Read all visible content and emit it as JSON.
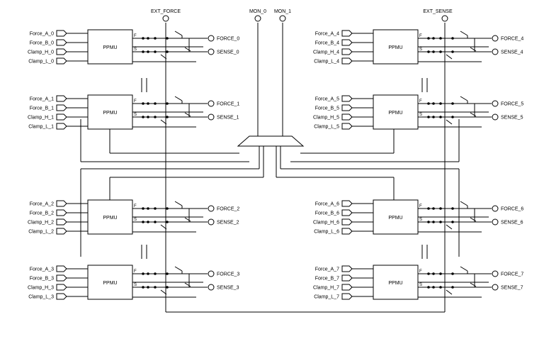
{
  "top_labels": {
    "ext_force": "EXT_FORCE",
    "mon_0": "MON_0",
    "mon_1": "MON_1",
    "ext_sense": "EXT_SENSE"
  },
  "ppmu_label": "PPMU",
  "pin_force": "F",
  "pin_sense": "S",
  "channels": [
    {
      "inputs": [
        "Force_A_0",
        "Force_B_0",
        "Clamp_H_0",
        "Clamp_L_0"
      ],
      "force_out": "FORCE_0",
      "sense_out": "SENSE_0"
    },
    {
      "inputs": [
        "Force_A_1",
        "Force_B_1",
        "Clamp_H_1",
        "Clamp_L_1"
      ],
      "force_out": "FORCE_1",
      "sense_out": "SENSE_1"
    },
    {
      "inputs": [
        "Force_A_2",
        "Force_B_2",
        "Clamp_H_2",
        "Clamp_L_2"
      ],
      "force_out": "FORCE_2",
      "sense_out": "SENSE_2"
    },
    {
      "inputs": [
        "Force_A_3",
        "Force_B_3",
        "Clamp_H_3",
        "Clamp_L_3"
      ],
      "force_out": "FORCE_3",
      "sense_out": "SENSE_3"
    },
    {
      "inputs": [
        "Force_A_4",
        "Force_B_4",
        "Clamp_H_4",
        "Clamp_L_4"
      ],
      "force_out": "FORCE_4",
      "sense_out": "SENSE_4"
    },
    {
      "inputs": [
        "Force_A_5",
        "Force_B_5",
        "Clamp_H_5",
        "Clamp_L_5"
      ],
      "force_out": "FORCE_5",
      "sense_out": "SENSE_5"
    },
    {
      "inputs": [
        "Force_A_6",
        "Force_B_6",
        "Clamp_H_6",
        "Clamp_L_6"
      ],
      "force_out": "FORCE_6",
      "sense_out": "SENSE_6"
    },
    {
      "inputs": [
        "Force_A_7",
        "Force_B_7",
        "Clamp_H_7",
        "Clamp_L_7"
      ],
      "force_out": "FORCE_7",
      "sense_out": "SENSE_7"
    }
  ]
}
